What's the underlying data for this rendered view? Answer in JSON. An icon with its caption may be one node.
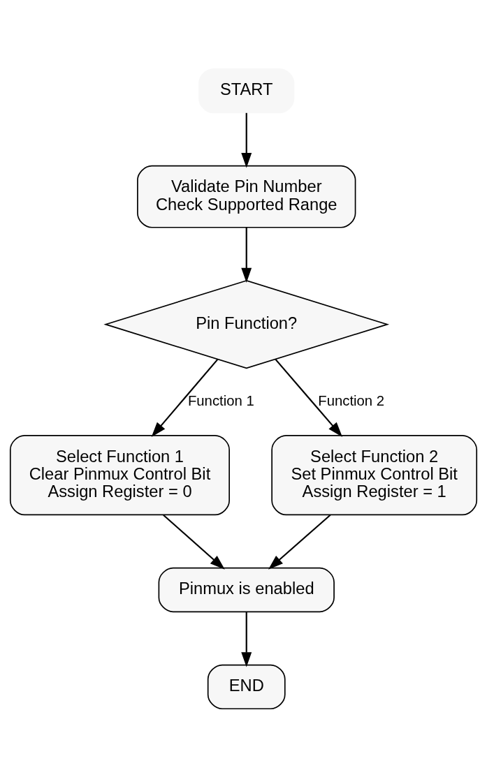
{
  "diagram": {
    "nodes": [
      {
        "text": [
          "START"
        ]
      },
      {
        "text": [
          "Validate Pin Number",
          "Check Supported Range"
        ]
      },
      {
        "text": [
          "Pin Function?"
        ]
      },
      {
        "text": [
          "Select Function 1",
          "Clear Pinmux Control Bit",
          "Assign Register = 0"
        ]
      },
      {
        "text": [
          "Select Function 2",
          "Set Pinmux Control Bit",
          "Assign Register = 1"
        ]
      },
      {
        "text": [
          "Pinmux is enabled"
        ]
      },
      {
        "text": [
          "END"
        ]
      }
    ],
    "edges": [
      {
        "from": 0,
        "to": 1,
        "arrow": "to"
      },
      {
        "from": 1,
        "to": 2,
        "arrow": "to"
      },
      {
        "from": 2,
        "to": 3,
        "arrow": "to",
        "label": "Function 1"
      },
      {
        "from": 2,
        "to": 4,
        "arrow": "to",
        "label": "Function 2"
      },
      {
        "from": 3,
        "to": 5,
        "arrow": "to"
      },
      {
        "from": 4,
        "to": 5,
        "arrow": "to"
      },
      {
        "from": 5,
        "to": 6,
        "arrow": "to"
      }
    ]
  }
}
